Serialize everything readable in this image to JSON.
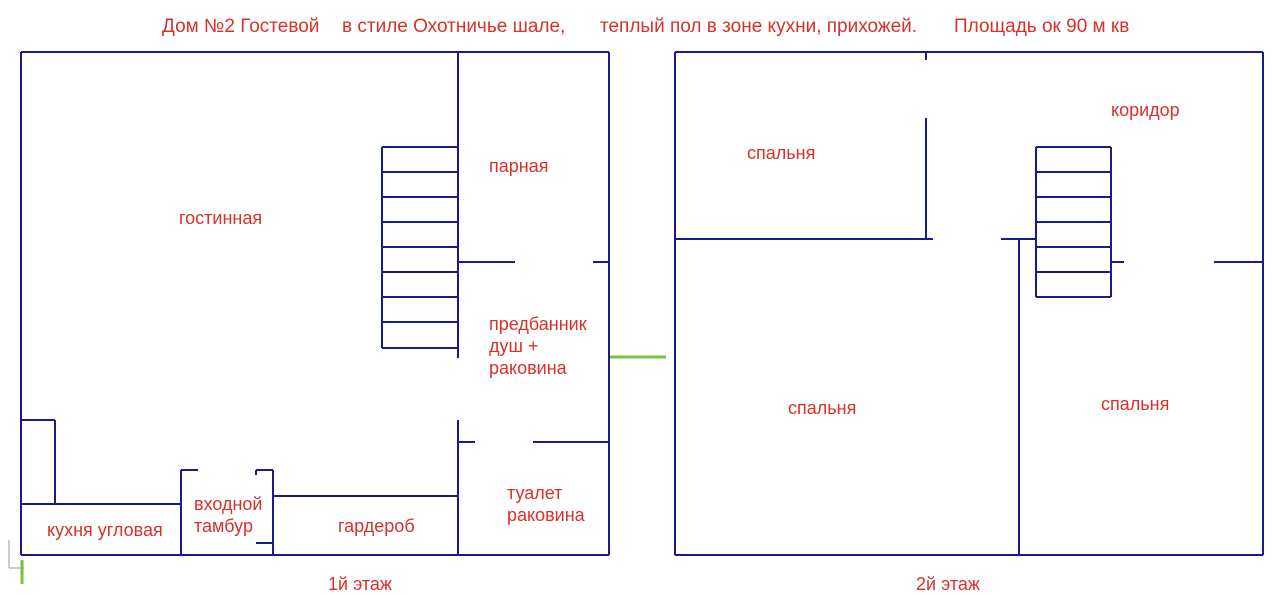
{
  "title": {
    "part1": "Дом №2 Гостевой",
    "part2": "в стиле Охотничье шале,",
    "part3": "теплый пол в зоне кухни, прихожей.",
    "part4": "Площадь ок 90 м кв"
  },
  "colors": {
    "wall": "#1a1a8c",
    "label": "#d9302a",
    "connector": "#7bc043"
  },
  "floor1": {
    "caption": "1й этаж",
    "rooms": {
      "living": "гостинная",
      "steam": "парная",
      "anteroom": "предбанник\nдуш +\nраковина",
      "toilet": "туалет\nраковина",
      "wardrobe": "гардероб",
      "vestibule": "входной\nтамбур",
      "kitchen": "кухня угловая"
    }
  },
  "floor2": {
    "caption": "2й этаж",
    "rooms": {
      "bedroom_top": "спальня",
      "corridor": "коридор",
      "bedroom_left": "спальня",
      "bedroom_right": "спальня"
    }
  }
}
